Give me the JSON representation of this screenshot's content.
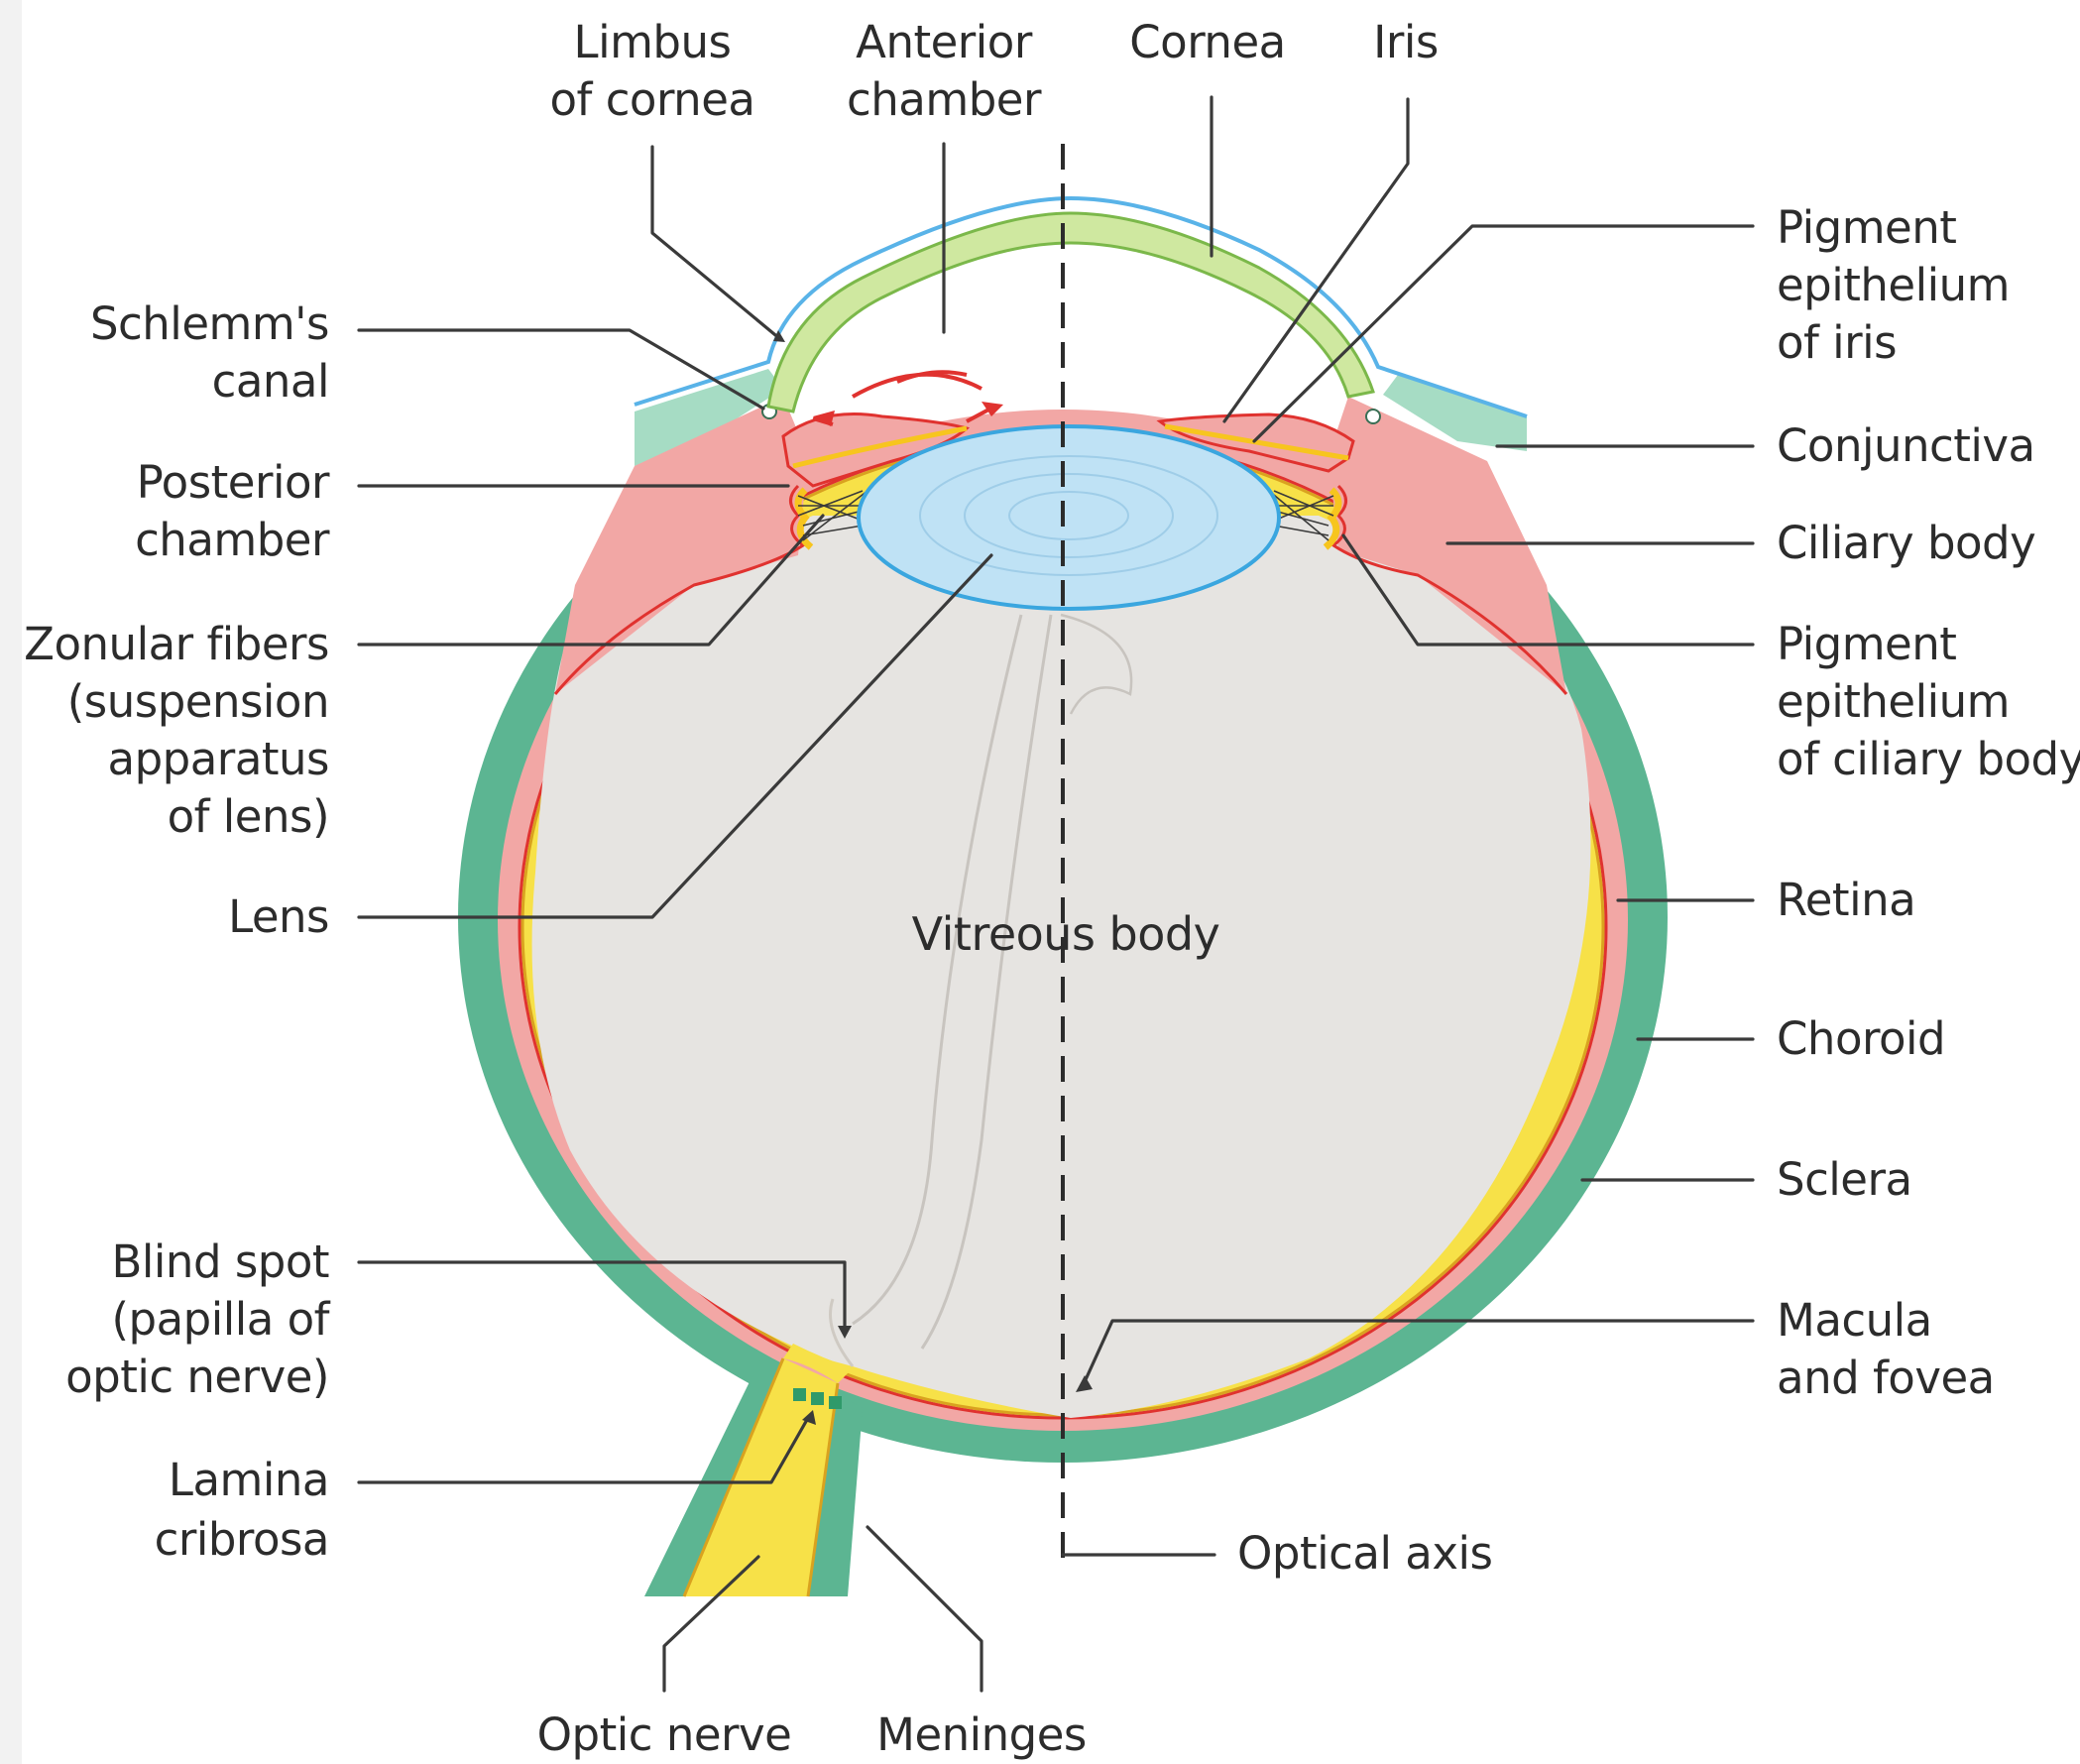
{
  "labels": {
    "limbus": [
      "Limbus",
      "of cornea"
    ],
    "anterior_chamber": [
      "Anterior",
      "chamber"
    ],
    "cornea": [
      "Cornea"
    ],
    "iris": [
      "Iris"
    ],
    "schlemms_canal": [
      "Schlemm's",
      "canal"
    ],
    "posterior_chamber": [
      "Posterior",
      "chamber"
    ],
    "zonular_fibers": [
      "Zonular fibers",
      "(suspension",
      "apparatus",
      "of lens)"
    ],
    "lens": [
      "Lens"
    ],
    "blind_spot": [
      "Blind spot",
      "(papilla of",
      "optic nerve)"
    ],
    "lamina_cribrosa": [
      "Lamina",
      "cribrosa"
    ],
    "optic_nerve": [
      "Optic nerve"
    ],
    "meninges": [
      "Meninges"
    ],
    "pigment_epithelium_iris": [
      "Pigment",
      "epithelium",
      "of iris"
    ],
    "conjunctiva": [
      "Conjunctiva"
    ],
    "ciliary_body": [
      "Ciliary body"
    ],
    "pigment_epithelium_ciliary": [
      "Pigment",
      "epithelium",
      "of ciliary body"
    ],
    "retina": [
      "Retina"
    ],
    "choroid": [
      "Choroid"
    ],
    "sclera": [
      "Sclera"
    ],
    "macula": [
      "Macula",
      "and fovea"
    ],
    "optical_axis": [
      "Optical axis"
    ],
    "vitreous_body": [
      "Vitreous body"
    ]
  },
  "colors": {
    "sclera": "#5cb592",
    "sclera_light": "#8fd0b3",
    "choroid": "#f2a7a5",
    "choroid_line": "#e0322f",
    "retina": "#f7e148",
    "vitreous": "#e6e4e1",
    "lens": "#bfe2f5",
    "lens_edge": "#3aa6df",
    "cornea": "#cfe8a0",
    "cornea_edge": "#7bb84a",
    "conjunctiva_blue": "#59b3e8",
    "aqueous_flow": "#e0322f"
  }
}
